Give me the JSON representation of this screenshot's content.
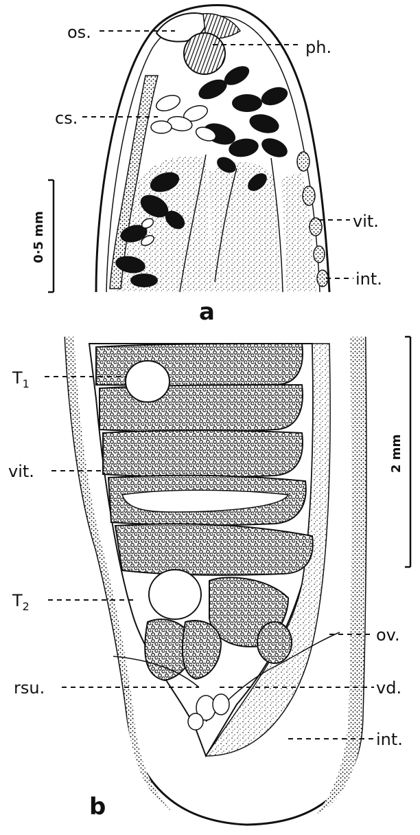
{
  "figure_a": {
    "panel_label": "a",
    "scale_label": "0·5 mm",
    "labels": {
      "oral_sucker": "os.",
      "pharynx": "ph.",
      "cirrus_sac": "cs.",
      "vitellaria": "vit.",
      "intestine": "int."
    }
  },
  "figure_b": {
    "panel_label": "b",
    "scale_label": "2 mm",
    "labels": {
      "testis_1": "T1",
      "vitellaria": "vit.",
      "testis_2": "T2",
      "ovary": "ov.",
      "receptaculum": "rsu.",
      "vas_deferens": "vd.",
      "intestine": "int."
    }
  },
  "colors": {
    "ink": "#111111",
    "paper": "#ffffff",
    "stipple": "#444444"
  }
}
